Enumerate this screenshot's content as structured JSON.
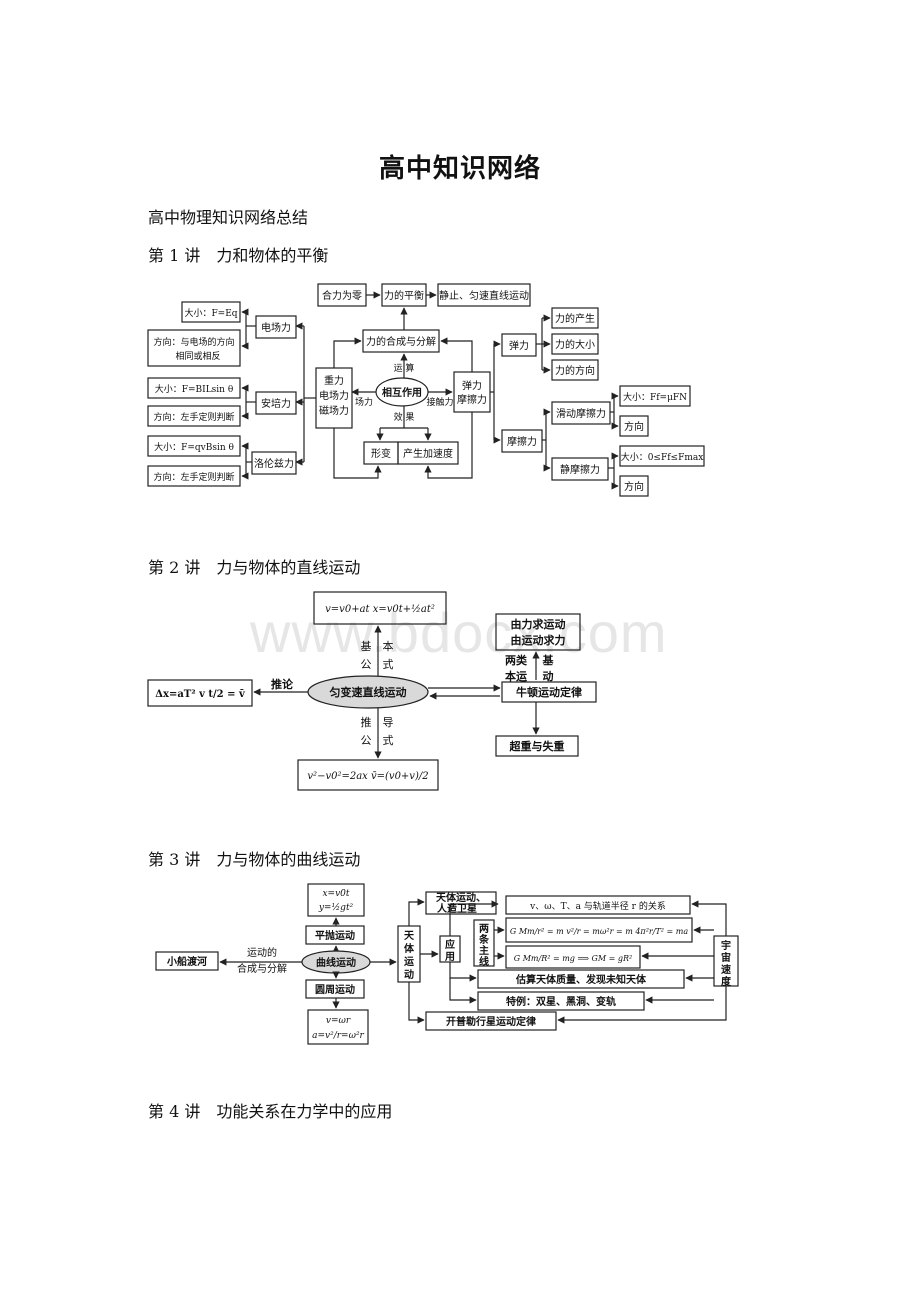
{
  "doc": {
    "title": "高中知识网络",
    "subtitle": "高中物理知识网络总结",
    "watermark": "www.bdocx.com"
  },
  "lectures": [
    {
      "num": "第 1 讲",
      "title": "力和物体的平衡"
    },
    {
      "num": "第 2 讲",
      "title": "力与物体的直线运动"
    },
    {
      "num": "第 3 讲",
      "title": "力与物体的曲线运动"
    },
    {
      "num": "第 4 讲",
      "title": "功能关系在力学中的应用"
    }
  ],
  "d1": {
    "hezl": "合力为零",
    "lipingheng": "力的平衡",
    "jingzhi": "静止、匀速直线运动",
    "hecheng": "力的合成与分解",
    "xianghu": "相互作用",
    "yunsuan": "运 算",
    "xiaoguo": "效 果",
    "changli": "场力",
    "jiechuli": "接触力",
    "xingbian": "形变",
    "jiasudu": "产生加速度",
    "field_forces": [
      "重力",
      "电场力",
      "磁场力"
    ],
    "tanli_moca": [
      "弹力",
      "摩擦力"
    ],
    "dianchangli": "电场力",
    "dc_size": "大小：F=Eq",
    "dc_dir": [
      "方向：与电场的方向",
      "相同或相反"
    ],
    "anpeili": "安培力",
    "ap_size": "大小：F=BILsin θ",
    "ap_dir": "方向：左手定则判断",
    "luolunzili": "洛伦兹力",
    "ll_size": "大小：F=qvBsin θ",
    "ll_dir": "方向：左手定则判断",
    "tanli": "弹力",
    "tl_items": [
      "力的产生",
      "力的大小",
      "力的方向"
    ],
    "mocali": "摩擦力",
    "huadong": "滑动摩擦力",
    "hd_size": "大小：Ff=μFN",
    "hd_dir": "方向",
    "jingmoca": "静摩擦力",
    "jm_size": "大小：0≤Ff≤Fmax",
    "jm_dir": "方向"
  },
  "d2": {
    "formula_top": "v=v0+at    x=v0t+½at²",
    "jiben": [
      "基",
      "公",
      "本",
      "式"
    ],
    "center": "匀变速直线运动",
    "tuilun": "推论",
    "left_formula": "Δx=aT²    v t/2 = v̄",
    "tuidao": [
      "推",
      "公",
      "导",
      "式"
    ],
    "formula_bottom": "v²−v0²=2ax    v̄=(v0+v)/2",
    "right_top": [
      "由力求运动",
      "由运动求力"
    ],
    "liangleiben": [
      "两类",
      "本运",
      "基",
      "动"
    ],
    "niudun": "牛顿运动定律",
    "chaozhong": "超重与失重"
  },
  "d3": {
    "formula_pp": [
      "x=v0t",
      "y=½gt²"
    ],
    "pingpao": "平抛运动",
    "xiaochuan": "小船渡河",
    "hecheng": [
      "运动的",
      "合成与分解"
    ],
    "quxian": "曲线运动",
    "yuanzhou": "圆周运动",
    "formula_yz": [
      "v=ωr",
      "a=v²/r=ω²r"
    ],
    "tianti_yundong": [
      "天",
      "体",
      "运",
      "动"
    ],
    "yingyong": [
      "应",
      "用"
    ],
    "liangtiao": [
      "两",
      "条",
      "主",
      "线"
    ],
    "rz_wx": [
      "天体运动、",
      "人造卫星"
    ],
    "rel1": "v、ω、T、a 与轨道半径 r 的关系",
    "eq1": "G Mm/r² = m v²/r = mω²r = m 4π²r/T² = ma",
    "eq2": "G Mm/R² = mg ⟹ GM = gR²",
    "guzhi": "估算天体质量、发现未知天体",
    "teli": "特例：双星、黑洞、变轨",
    "kaipule": "开普勒行星运动定律",
    "yuzhou": [
      "宇",
      "宙",
      "速",
      "度"
    ]
  }
}
